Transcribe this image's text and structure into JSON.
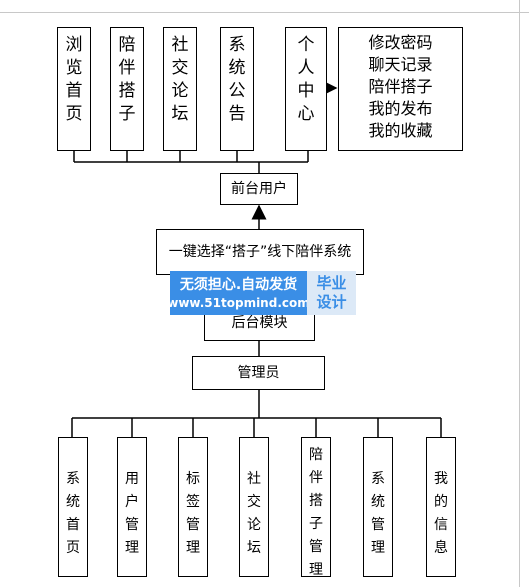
{
  "top_modules": [
    "浏览首页",
    "陪伴搭子",
    "社交论坛",
    "系统公告",
    "个人中心"
  ],
  "personal_center_menu": [
    "修改密码",
    "聊天记录",
    "陪伴搭子",
    "我的发布",
    "我的收藏"
  ],
  "front_user": "前台用户",
  "system_title": "一键选择“搭子”线下陪伴系统",
  "backend_module": "后台模块",
  "admin": "管理员",
  "admin_modules": [
    "系统首页",
    "用户管理",
    "标签管理",
    "社交论坛",
    "陪伴搭子管理",
    "系统管理",
    "我的信息"
  ],
  "watermark": {
    "main": "无须担心.自动发货",
    "url": "www.51topmind.com",
    "side": "毕业设计"
  },
  "colors": {
    "line": "#000000",
    "watermark_blue": "#3a8ee6",
    "watermark_light": "#dce9f7"
  }
}
